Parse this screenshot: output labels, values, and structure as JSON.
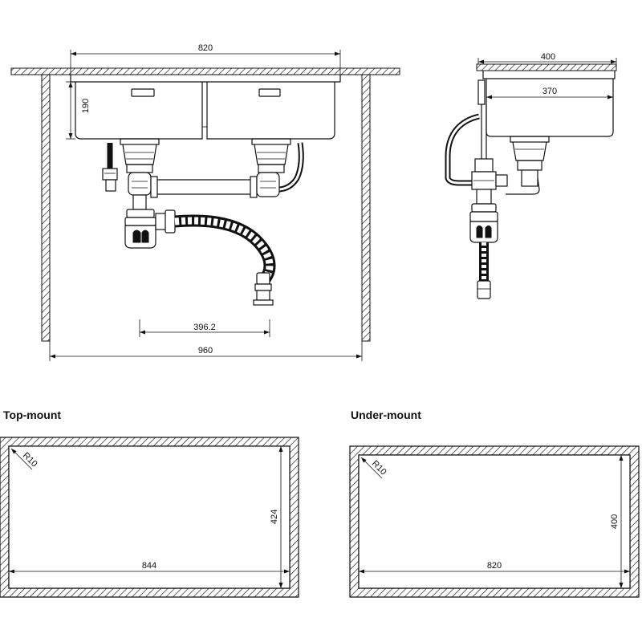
{
  "front_view": {
    "bowl_width": "820",
    "bowl_depth": "190",
    "drain_offset": "396.2",
    "cabinet_width": "960"
  },
  "side_view": {
    "overall_depth": "400",
    "inner_depth": "370"
  },
  "top_mount": {
    "heading": "Top-mount",
    "corner_radius": "R10",
    "width": "844",
    "depth": "424"
  },
  "under_mount": {
    "heading": "Under-mount",
    "corner_radius": "R10",
    "width": "820",
    "depth": "400"
  },
  "colors": {
    "line": "#111111",
    "background": "#ffffff"
  }
}
